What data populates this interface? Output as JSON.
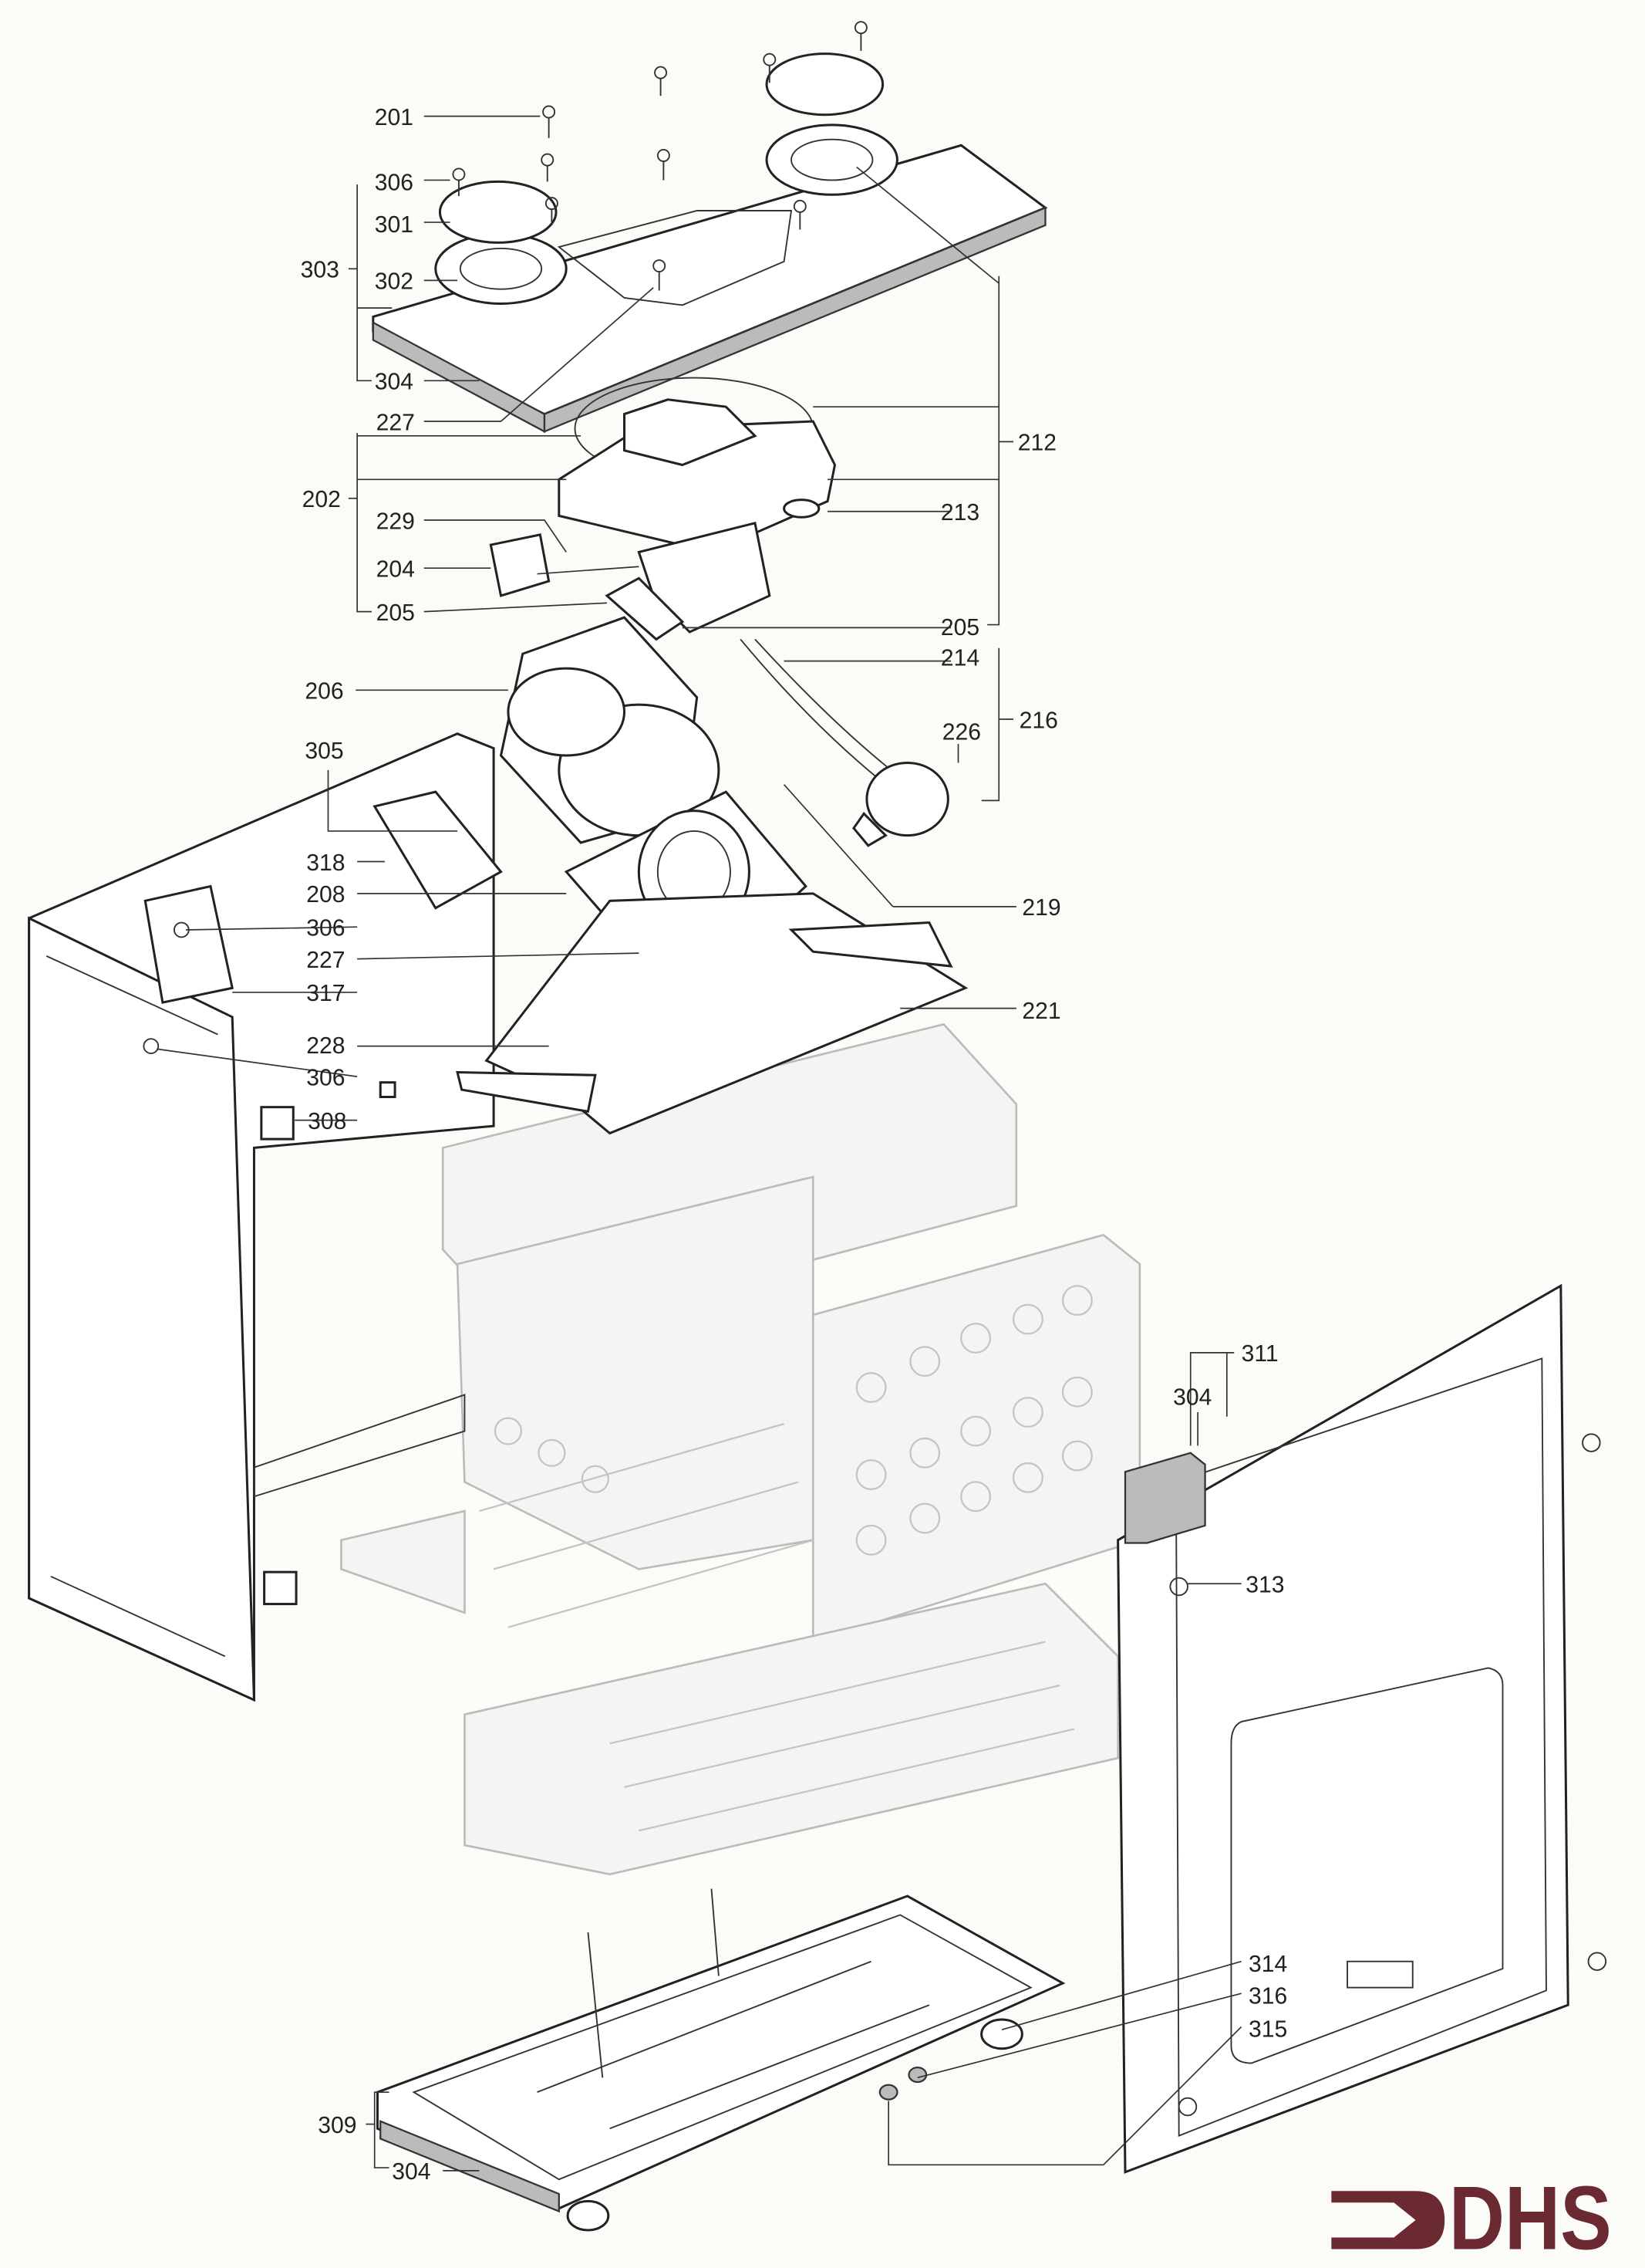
{
  "diagram": {
    "labels": {
      "l201": "201",
      "l306a": "306",
      "l301": "301",
      "l303": "303",
      "l302": "302",
      "l304a": "304",
      "l227a": "227",
      "l212": "212",
      "l202": "202",
      "l213": "213",
      "l229": "229",
      "l204": "204",
      "l205a": "205",
      "l205b": "205",
      "l214": "214",
      "l216": "216",
      "l206": "206",
      "l226": "226",
      "l305": "305",
      "l318": "318",
      "l208": "208",
      "l306b": "306",
      "l219": "219",
      "l227b": "227",
      "l317": "317",
      "l221": "221",
      "l228": "228",
      "l306c": "306",
      "l308": "308",
      "l311": "311",
      "l304b": "304",
      "l313": "313",
      "l314": "314",
      "l316": "316",
      "l315": "315",
      "l309": "309",
      "l304c": "304"
    },
    "logo": {
      "text": "DHS",
      "color": "#6b2a32"
    }
  }
}
